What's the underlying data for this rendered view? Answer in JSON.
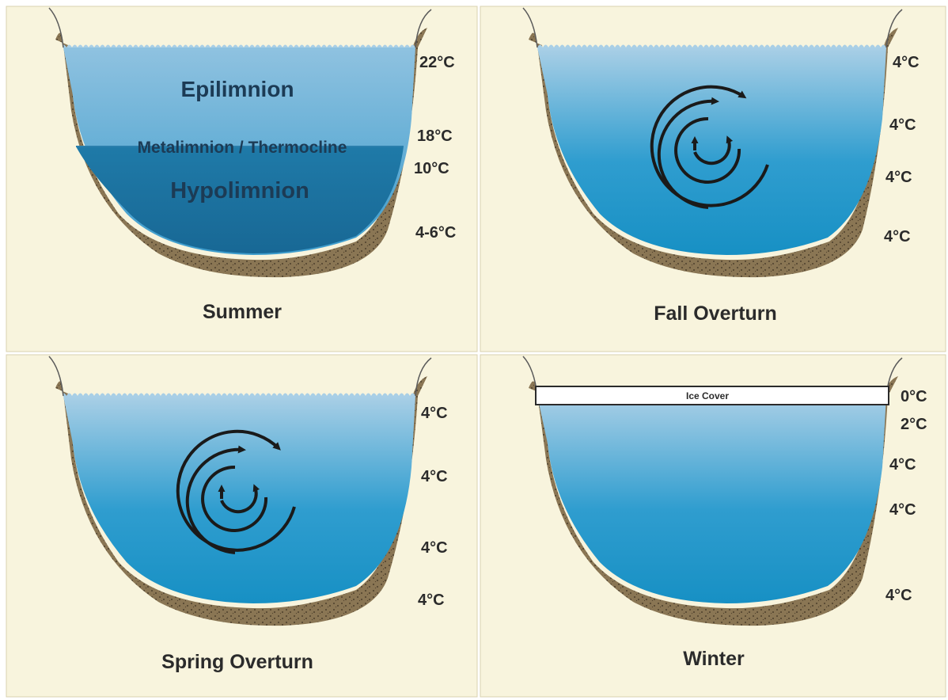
{
  "panels": {
    "summer": {
      "caption": "Summer",
      "zones": {
        "epilimnion": "Epilimnion",
        "metalimnion": "Metalimnion / Thermocline",
        "hypolimnion": "Hypolimnion"
      },
      "temps": [
        "22°C",
        "18°C",
        "10°C",
        "4-6°C"
      ]
    },
    "fall": {
      "caption": "Fall Overturn",
      "temps": [
        "4°C",
        "4°C",
        "4°C",
        "4°C"
      ]
    },
    "spring": {
      "caption": "Spring Overturn",
      "temps": [
        "4°C",
        "4°C",
        "4°C",
        "4°C"
      ]
    },
    "winter": {
      "caption": "Winter",
      "ice_label": "Ice Cover",
      "temps": [
        "0°C",
        "2°C",
        "4°C",
        "4°C",
        "4°C"
      ]
    }
  },
  "colors": {
    "land": "#f8f4dd",
    "sediment": "#8a7654",
    "water_top": "#a9cfe6",
    "water_bottom": "#1790c4",
    "hypolimnion": "#1b6e9a",
    "circulation_arrows": "#1a1a1a",
    "ice": "#ffffff"
  }
}
